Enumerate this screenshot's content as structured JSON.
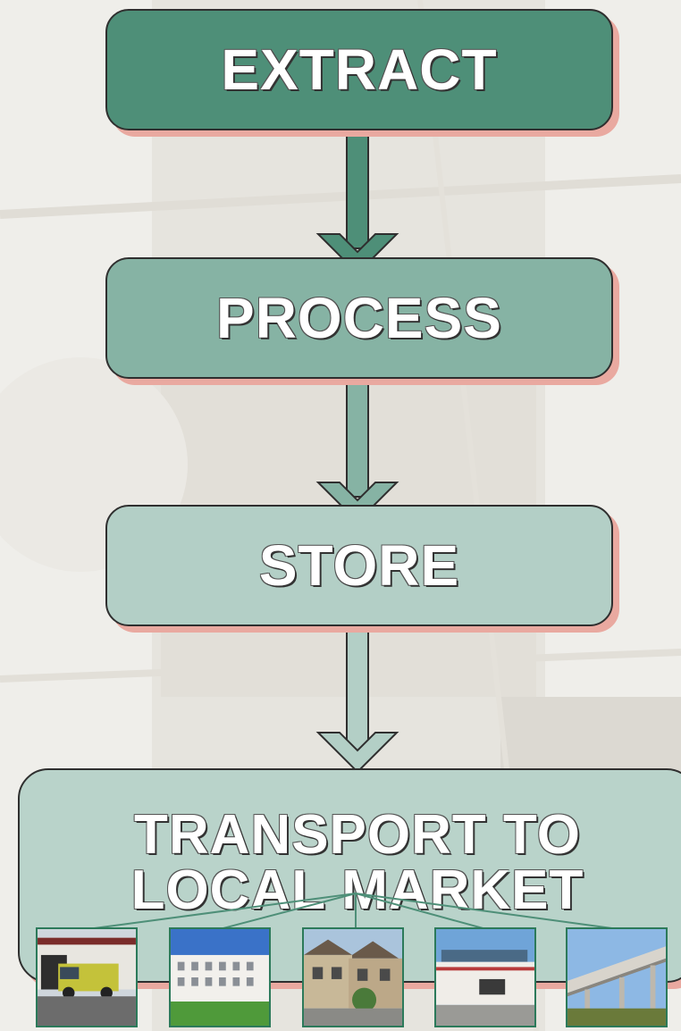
{
  "steps": [
    {
      "id": "extract",
      "label": "EXTRACT",
      "color": "#4e8f78"
    },
    {
      "id": "process",
      "label": "PROCESS",
      "color": "#86b3a4"
    },
    {
      "id": "store",
      "label": "STORE",
      "color": "#b3cfc6"
    }
  ],
  "final_step": {
    "line1": "TRANSPORT TO",
    "line2": "LOCAL MARKET",
    "color": "#b9d3ca"
  },
  "photos": [
    {
      "subject": "fire-station-icon"
    },
    {
      "subject": "white-building-icon"
    },
    {
      "subject": "townhouses-icon"
    },
    {
      "subject": "modern-building-icon"
    },
    {
      "subject": "highway-overpass-icon"
    }
  ],
  "colors": {
    "box_shadow": "#e9a9a0",
    "connector": "#4e8f78",
    "photo_border": "#2c7a5a"
  }
}
